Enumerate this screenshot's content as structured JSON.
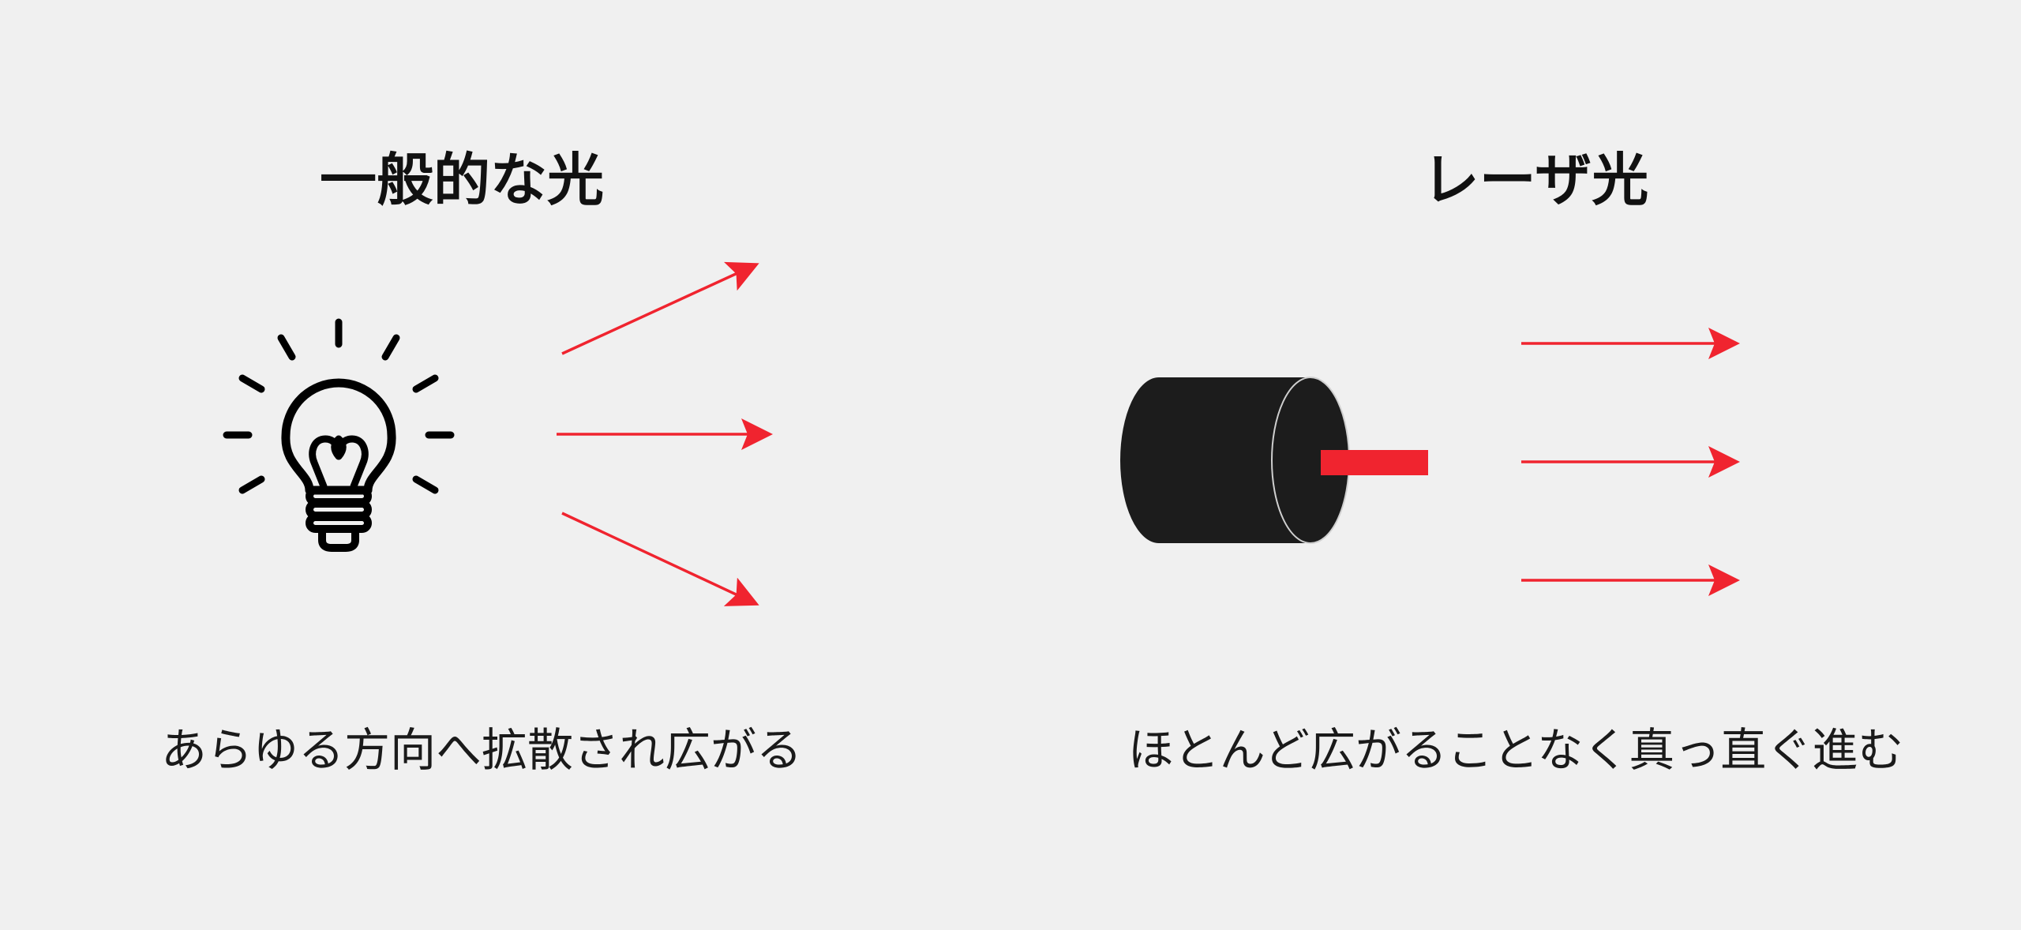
{
  "general_light": {
    "title": "一般的な光",
    "caption": "あらゆる方向へ拡散され広がる",
    "icon": "lightbulb-icon"
  },
  "laser_light": {
    "title": "レーザ光",
    "caption": "ほとんど広がることなく真っ直ぐ進む",
    "icon": "laser-emitter-icon"
  },
  "colors": {
    "background": "#f0f0f0",
    "text": "#111111",
    "beam": "#f0242f",
    "emitter_body": "#1c1c1c"
  }
}
